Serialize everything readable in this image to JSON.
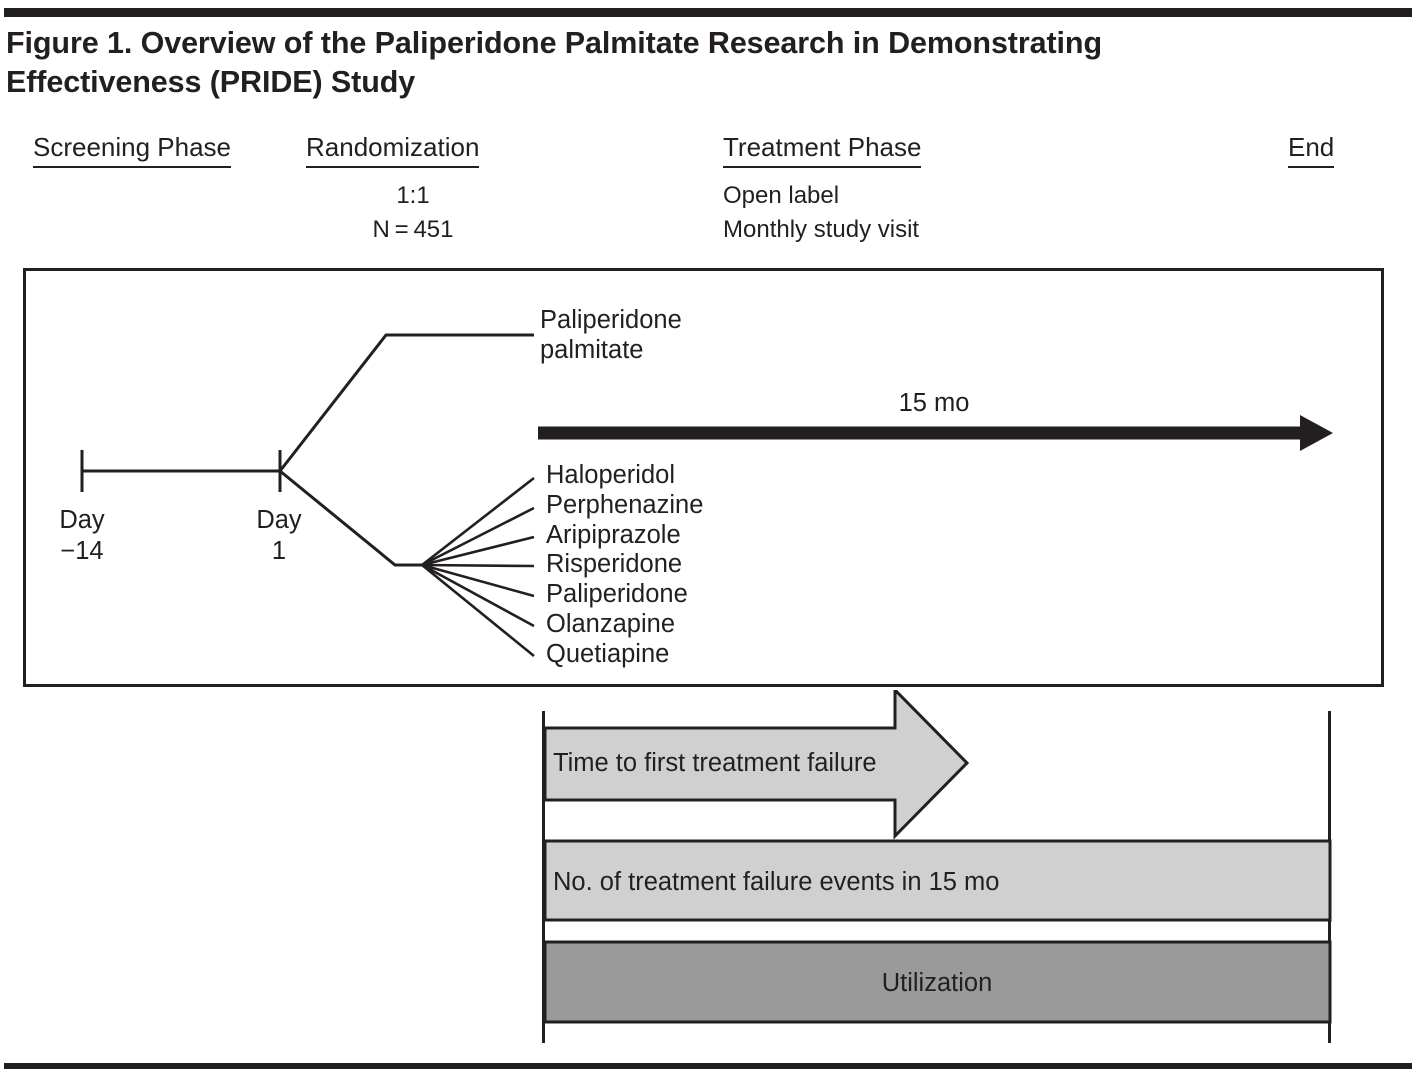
{
  "figure": {
    "title": "Figure 1. Overview of the Paliperidone Palmitate Research in Demonstrating Effectiveness (PRIDE) Study"
  },
  "colors": {
    "ink": "#231f20",
    "light_gray_band": "#d0d0d0",
    "dark_gray_band": "#9a9a9a",
    "background": "#ffffff"
  },
  "phase_headers": {
    "screening": {
      "label": "Screening Phase"
    },
    "randomization": {
      "label": "Randomization",
      "ratio": "1:1",
      "sample_size": "N = 451"
    },
    "treatment": {
      "label": "Treatment Phase",
      "line1": "Open label",
      "line2": "Monthly study visit"
    },
    "end": {
      "label": "End"
    }
  },
  "diagram": {
    "timeline": {
      "start_tick": {
        "line1": "Day",
        "line2": "−14"
      },
      "randomization_tick": {
        "line1": "Day",
        "line2": "1"
      }
    },
    "duration_label": "15 mo",
    "arm_intervention": {
      "line1": "Paliperidone",
      "line2": "palmitate"
    },
    "arm_comparator_drugs": [
      "Haloperidol",
      "Perphenazine",
      "Aripiprazole",
      "Risperidone",
      "Paliperidone",
      "Olanzapine",
      "Quetiapine"
    ]
  },
  "outcomes": [
    {
      "key": "time-to-first-failure",
      "label": "Time to first treatment failure",
      "shape": "arrow",
      "fill": "#d0d0d0"
    },
    {
      "key": "number-of-failure-events",
      "label": "No. of treatment failure events in 15 mo",
      "shape": "bar",
      "fill": "#d0d0d0"
    },
    {
      "key": "utilization",
      "label": "Utilization",
      "shape": "bar",
      "fill": "#9a9a9a"
    }
  ]
}
